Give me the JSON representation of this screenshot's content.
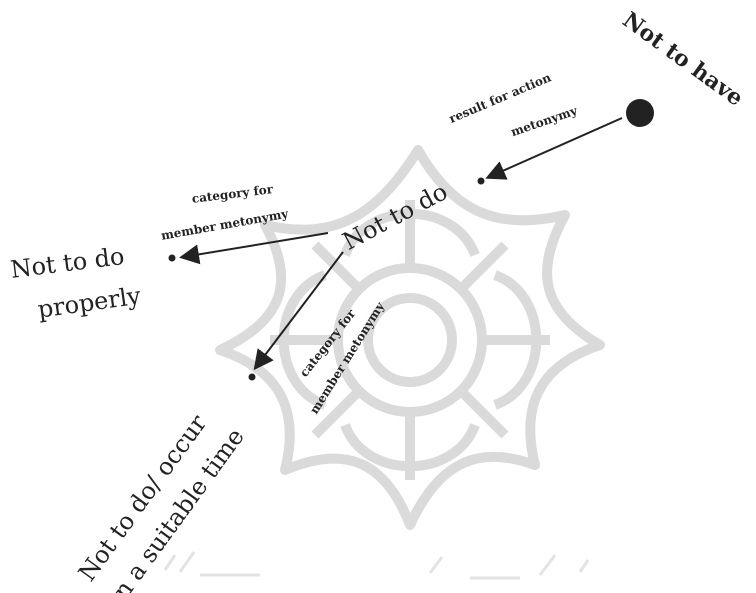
{
  "diagram": {
    "nodes": {
      "not_to_have": "Not to have",
      "not_to_do": "Not to do",
      "not_to_do_properly_line1": "Not to do",
      "not_to_do_properly_line2": "properly",
      "not_to_do_occur_line1": "Not to do/ occur",
      "not_to_do_occur_line2": "in a suitable time"
    },
    "edges": {
      "result_for_action_line1": "result for action",
      "result_for_action_line2": "metonymy",
      "category_member_left_line1": "category for",
      "category_member_left_line2": "member metonymy",
      "category_member_down_line1": "category for",
      "category_member_down_line2": "member metonymy"
    },
    "colors": {
      "ink": "#222222",
      "watermark": "#d9d9d9"
    }
  }
}
